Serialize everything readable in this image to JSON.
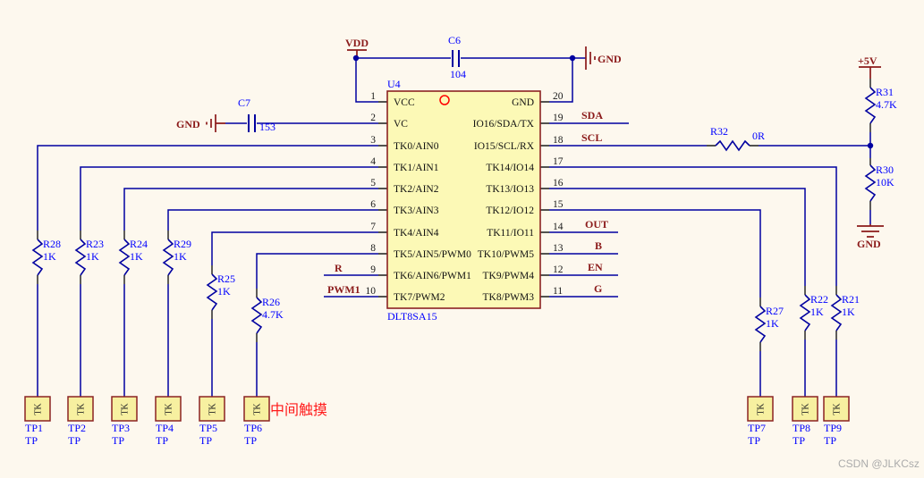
{
  "ic": {
    "designator": "U4",
    "part": "DLT8SA15",
    "left_pins": [
      {
        "num": "1",
        "name": "VCC"
      },
      {
        "num": "2",
        "name": "VC"
      },
      {
        "num": "3",
        "name": "TK0/AIN0"
      },
      {
        "num": "4",
        "name": "TK1/AIN1"
      },
      {
        "num": "5",
        "name": "TK2/AIN2"
      },
      {
        "num": "6",
        "name": "TK3/AIN3"
      },
      {
        "num": "7",
        "name": "TK4/AIN4"
      },
      {
        "num": "8",
        "name": "TK5/AIN5/PWM0"
      },
      {
        "num": "9",
        "name": "TK6/AIN6/PWM1"
      },
      {
        "num": "10",
        "name": "TK7/PWM2"
      }
    ],
    "right_pins": [
      {
        "num": "20",
        "name": "GND"
      },
      {
        "num": "19",
        "name": "IO16/SDA/TX"
      },
      {
        "num": "18",
        "name": "IO15/SCL/RX"
      },
      {
        "num": "17",
        "name": "TK14/IO14"
      },
      {
        "num": "16",
        "name": "TK13/IO13"
      },
      {
        "num": "15",
        "name": "TK12/IO12"
      },
      {
        "num": "14",
        "name": "TK11/IO11"
      },
      {
        "num": "13",
        "name": "TK10/PWM5"
      },
      {
        "num": "12",
        "name": "TK9/PWM4"
      },
      {
        "num": "11",
        "name": "TK8/PWM3"
      }
    ]
  },
  "caps": [
    {
      "ref": "C6",
      "val": "104"
    },
    {
      "ref": "C7",
      "val": "153"
    }
  ],
  "res": {
    "r28": {
      "ref": "R28",
      "val": "1K"
    },
    "r23": {
      "ref": "R23",
      "val": "1K"
    },
    "r24": {
      "ref": "R24",
      "val": "1K"
    },
    "r29": {
      "ref": "R29",
      "val": "1K"
    },
    "r25": {
      "ref": "R25",
      "val": "1K"
    },
    "r26": {
      "ref": "R26",
      "val": "4.7K"
    },
    "r27": {
      "ref": "R27",
      "val": "1K"
    },
    "r22": {
      "ref": "R22",
      "val": "1K"
    },
    "r21": {
      "ref": "R21",
      "val": "1K"
    },
    "r31": {
      "ref": "R31",
      "val": "4.7K"
    },
    "r30": {
      "ref": "R30",
      "val": "10K"
    },
    "r32": {
      "ref": "R32",
      "val": "0R"
    }
  },
  "power": {
    "vdd": "VDD",
    "gnd": "GND",
    "v5": "+5V"
  },
  "nets": {
    "sda": "SDA",
    "scl": "SCL",
    "out": "OUT",
    "b": "B",
    "en": "EN",
    "g": "G",
    "r": "R",
    "pwm1": "PWM1"
  },
  "tps": [
    {
      "ref": "TP1",
      "type": "TP",
      "pad": "TK"
    },
    {
      "ref": "TP2",
      "type": "TP",
      "pad": "TK"
    },
    {
      "ref": "TP3",
      "type": "TP",
      "pad": "TK"
    },
    {
      "ref": "TP4",
      "type": "TP",
      "pad": "TK"
    },
    {
      "ref": "TP5",
      "type": "TP",
      "pad": "TK"
    },
    {
      "ref": "TP6",
      "type": "TP",
      "pad": "TK"
    },
    {
      "ref": "TP7",
      "type": "TP",
      "pad": "TK"
    },
    {
      "ref": "TP8",
      "type": "TP",
      "pad": "TK"
    },
    {
      "ref": "TP9",
      "type": "TP",
      "pad": "TK"
    }
  ],
  "annotation": {
    "text": "中间触摸"
  },
  "watermark": "CSDN @JLKCsz",
  "colors": {
    "background": "#FDF8EE",
    "wire": "#0000A0",
    "designator": "#0000FF",
    "net_label": "#8B1A1A",
    "component_fill": "#FCF9B6",
    "component_border": "#8B2222",
    "annotation_red": "#FF1A1A"
  }
}
